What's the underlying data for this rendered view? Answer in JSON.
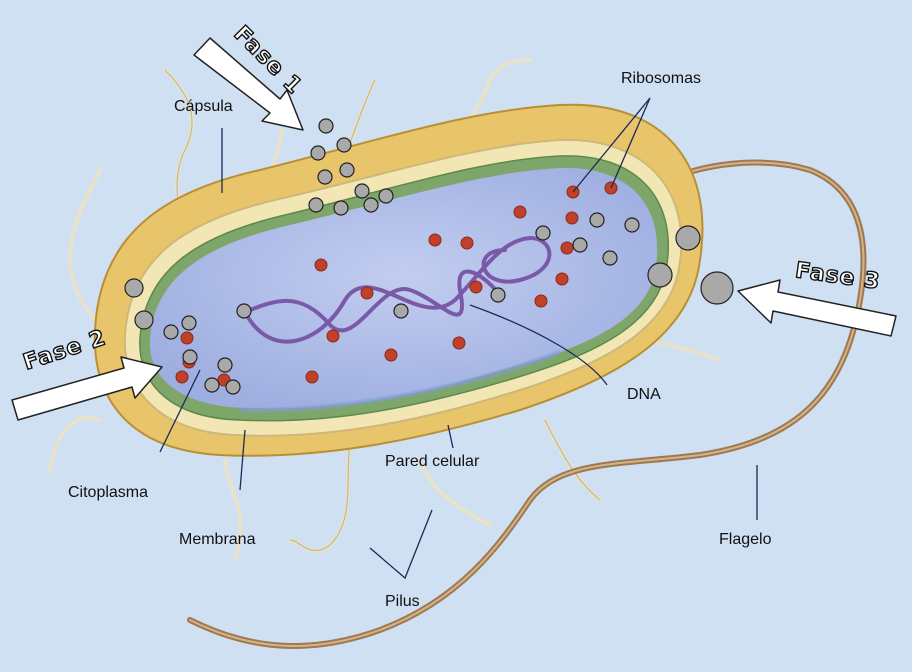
{
  "labels": {
    "capsula": "Cápsula",
    "ribosomas": "Ribosomas",
    "dna": "DNA",
    "pared_celular": "Pared celular",
    "citoplasma": "Citoplasma",
    "membrana": "Membrana",
    "pilus": "Pilus",
    "flagelo": "Flagelo"
  },
  "phases": {
    "fase1": "Fase 1",
    "fase2": "Fase 2",
    "fase3": "Fase 3"
  },
  "colors": {
    "background": "#cfe0f3",
    "capsule": "#e8c56a",
    "cell_wall": "#f3e6b5",
    "membrane": "#7fa66a",
    "cytoplasm": "#a9b8e6",
    "dna": "#7a5aa8",
    "ribosome": "#c0412a",
    "particle": "#a9a9a9",
    "flagellum": "#a07850"
  }
}
